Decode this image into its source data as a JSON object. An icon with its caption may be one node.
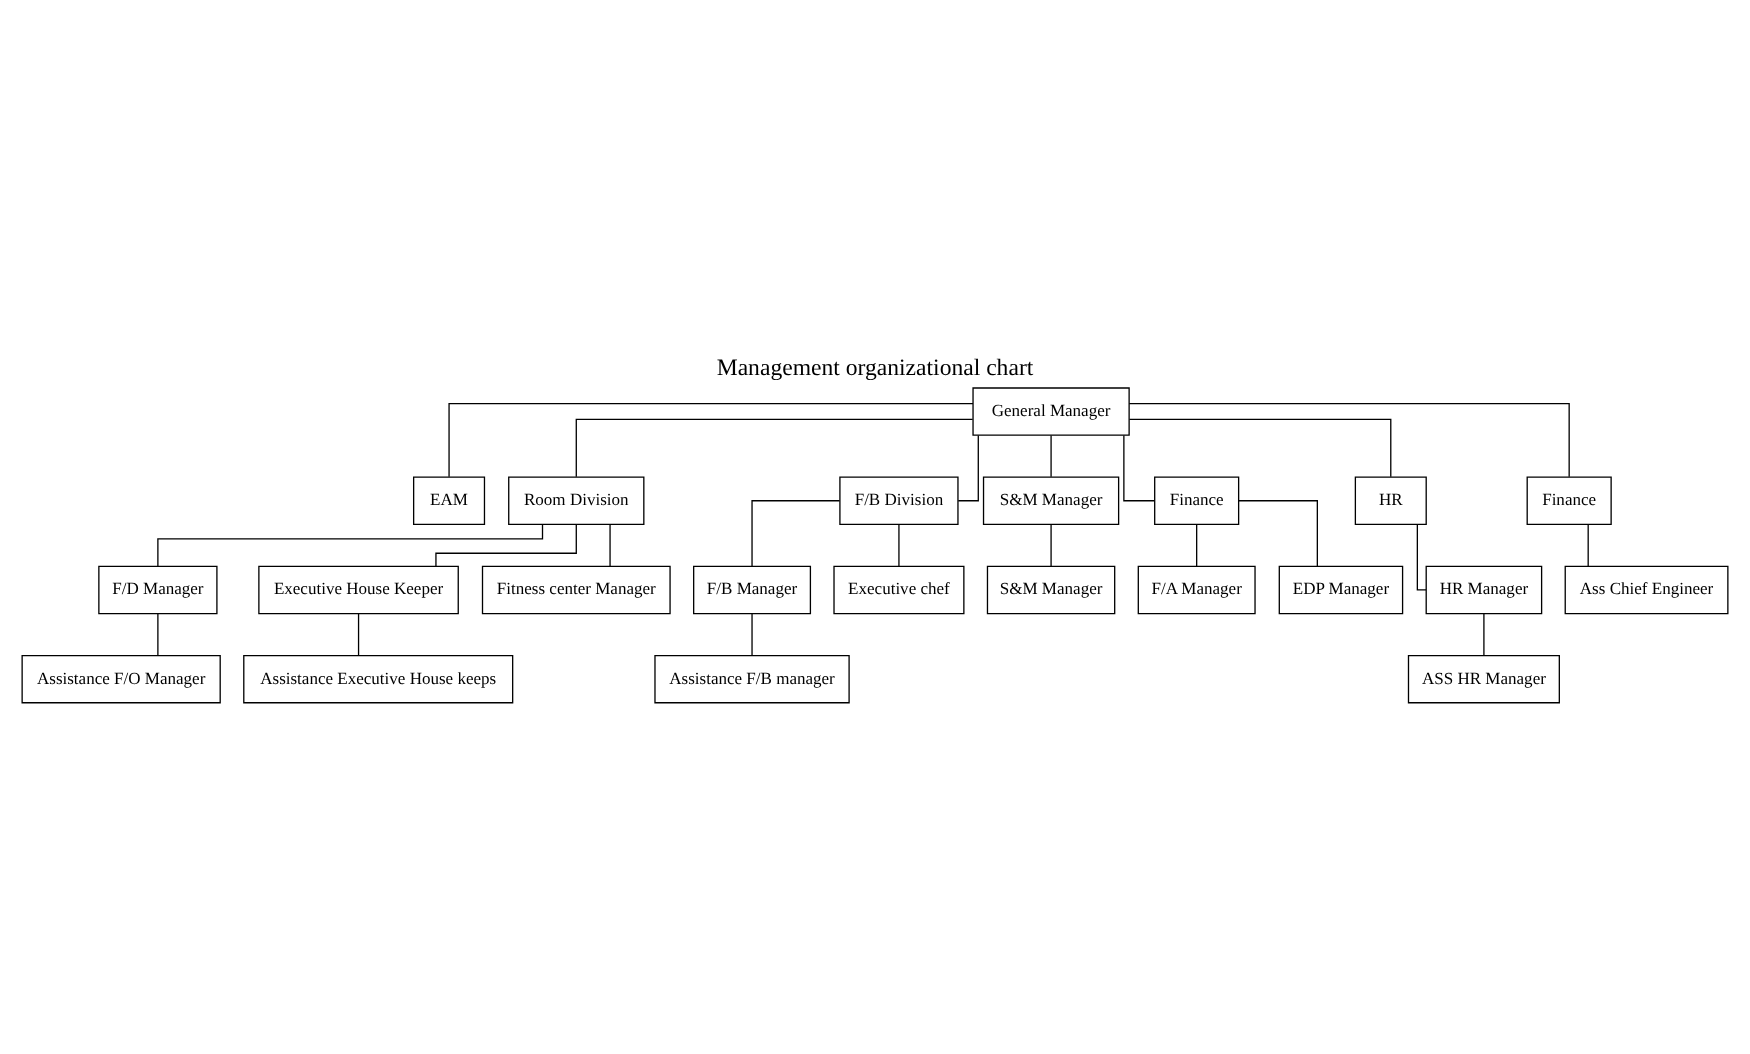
{
  "diagram": {
    "title": "Management organizational chart",
    "nodes": [
      {
        "text": [
          "General Manager"
        ]
      },
      {
        "text": [
          "EAM"
        ]
      },
      {
        "text": [
          "Room Division"
        ]
      },
      {
        "text": [
          "F/B Division"
        ]
      },
      {
        "text": [
          "S&M Manager"
        ]
      },
      {
        "text": [
          "Finance"
        ]
      },
      {
        "text": [
          "HR"
        ]
      },
      {
        "text": [
          "Finance"
        ]
      },
      {
        "text": [
          "F/D Manager"
        ]
      },
      {
        "text": [
          "Executive House Keeper"
        ]
      },
      {
        "text": [
          "Fitness center Manager"
        ]
      },
      {
        "text": [
          "Assistance F/O Manager"
        ]
      },
      {
        "text": [
          "Assistance Executive House keeps"
        ]
      },
      {
        "text": [
          "F/B Manager"
        ]
      },
      {
        "text": [
          "Executive chef"
        ]
      },
      {
        "text": [
          "Assistance F/B manager"
        ]
      },
      {
        "text": [
          "S&M Manager"
        ]
      },
      {
        "text": [
          "F/A Manager"
        ]
      },
      {
        "text": [
          "EDP Manager"
        ]
      },
      {
        "text": [
          "HR Manager"
        ]
      },
      {
        "text": [
          "ASS HR Manager"
        ]
      },
      {
        "text": [
          "Ass Chief Engineer"
        ]
      }
    ],
    "edges": [
      {
        "from": 0,
        "to": 1,
        "arrow": "none"
      },
      {
        "from": 0,
        "to": 2,
        "arrow": "none"
      },
      {
        "from": 0,
        "to": 3,
        "arrow": "none"
      },
      {
        "from": 0,
        "to": 4,
        "arrow": "none"
      },
      {
        "from": 0,
        "to": 5,
        "arrow": "none"
      },
      {
        "from": 0,
        "to": 6,
        "arrow": "none"
      },
      {
        "from": 0,
        "to": 7,
        "arrow": "none"
      },
      {
        "from": 2,
        "to": 8,
        "arrow": "none"
      },
      {
        "from": 2,
        "to": 9,
        "arrow": "none"
      },
      {
        "from": 2,
        "to": 10,
        "arrow": "none"
      },
      {
        "from": 8,
        "to": 11,
        "arrow": "none"
      },
      {
        "from": 9,
        "to": 12,
        "arrow": "none"
      },
      {
        "from": 3,
        "to": 13,
        "arrow": "none"
      },
      {
        "from": 3,
        "to": 14,
        "arrow": "none"
      },
      {
        "from": 13,
        "to": 15,
        "arrow": "none"
      },
      {
        "from": 4,
        "to": 16,
        "arrow": "none"
      },
      {
        "from": 5,
        "to": 17,
        "arrow": "none"
      },
      {
        "from": 5,
        "to": 18,
        "arrow": "none"
      },
      {
        "from": 6,
        "to": 19,
        "arrow": "none"
      },
      {
        "from": 19,
        "to": 20,
        "arrow": "none"
      },
      {
        "from": 7,
        "to": 21,
        "arrow": "none"
      }
    ]
  }
}
